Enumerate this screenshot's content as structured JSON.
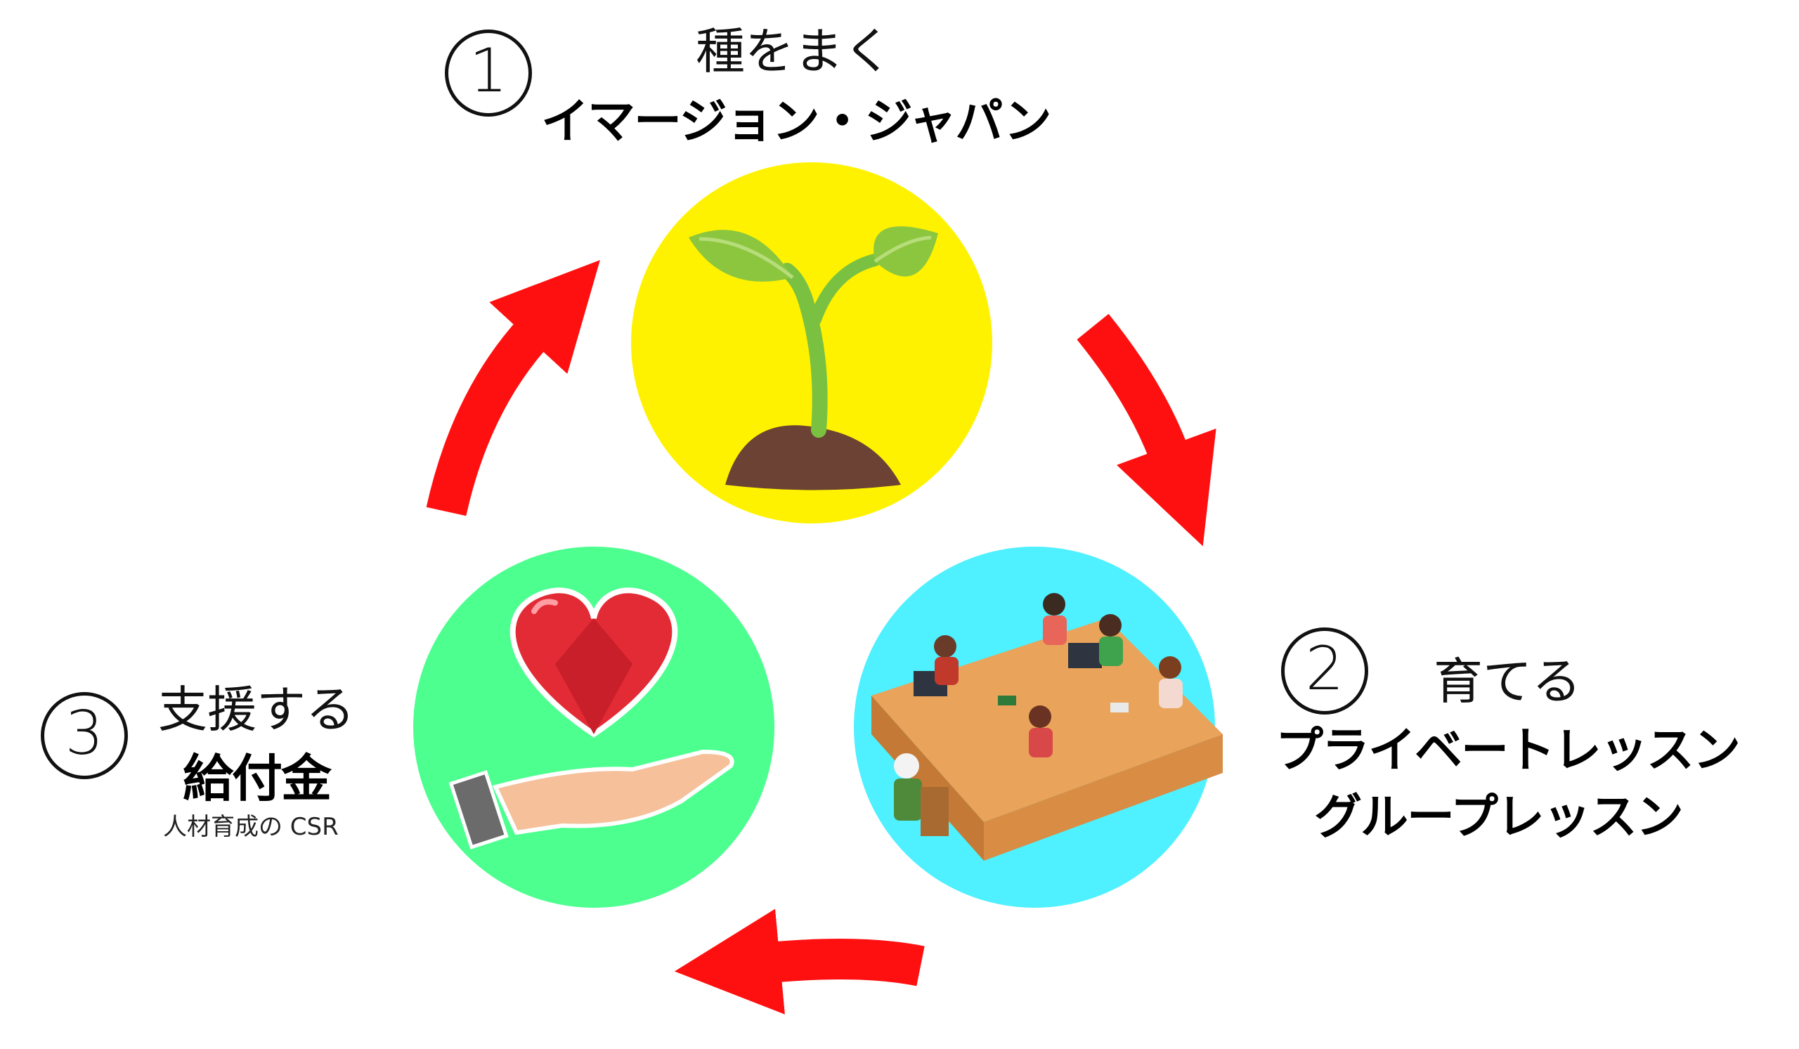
{
  "steps": [
    {
      "number": "1",
      "verb": "種をまく",
      "title": "イマージョン・ジャパン",
      "icon": "sprout-icon",
      "color": "#fff200"
    },
    {
      "number": "2",
      "verb": "育てる",
      "title_line1": "プライベートレッスン",
      "title_line2": "グループレッスン",
      "icon": "classroom-icon",
      "color": "#4ff0ff"
    },
    {
      "number": "3",
      "verb": "支援する",
      "title": "給付金",
      "subtitle": "人材育成の CSR",
      "icon": "heart-hand-icon",
      "color": "#4cff8f"
    }
  ],
  "arrow_color": "#ff1010"
}
